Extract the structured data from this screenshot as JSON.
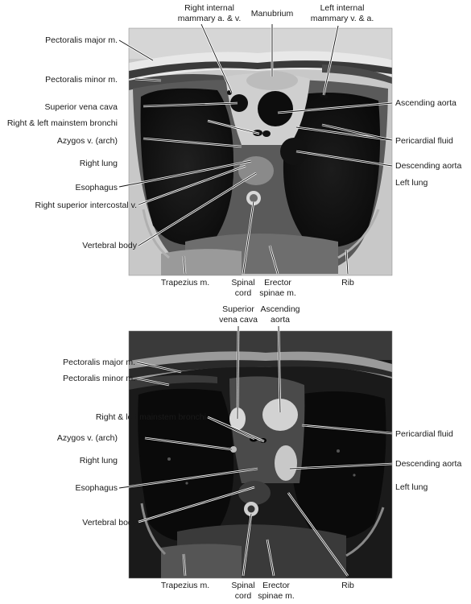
{
  "top_panel": {
    "labels": {
      "right_internal_mammary": [
        "Right internal",
        "mammary a. & v."
      ],
      "manubrium": "Manubrium",
      "left_internal_mammary": [
        "Left internal",
        "mammary v. & a."
      ],
      "pectoralis_major": "Pectoralis major m.",
      "pectoralis_minor": "Pectoralis minor m.",
      "superior_vena_cava": "Superior vena cava",
      "ascending_aorta": "Ascending aorta",
      "mainstem_bronchi": "Right & left mainstem bronchi",
      "pericardial_fluid": "Pericardial fluid",
      "azygos_arch": "Azygos v. (arch)",
      "descending_aorta": "Descending aorta",
      "right_lung": "Right lung",
      "left_lung": "Left lung",
      "esophagus": "Esophagus",
      "right_superior_intercostal": "Right superior intercostal v.",
      "vertebral_body": "Vertebral body",
      "trapezius": "Trapezius m.",
      "spinal_cord": [
        "Spinal",
        "cord"
      ],
      "erector_spinae": [
        "Erector",
        "spinae m."
      ],
      "rib": "Rib"
    }
  },
  "bottom_panel": {
    "labels": {
      "superior_vena_cava": [
        "Superior",
        "vena cava"
      ],
      "ascending_aorta": [
        "Ascending",
        "aorta"
      ],
      "pectoralis_major": "Pectoralis major m.",
      "pectoralis_minor": "Pectoralis minor m.",
      "mainstem_bronchi": "Right & left mainstem bronchi",
      "pericardial_fluid": "Pericardial fluid",
      "azygos_arch": "Azygos v. (arch)",
      "right_lung": "Right lung",
      "descending_aorta": "Descending aorta",
      "esophagus": "Esophagus",
      "left_lung": "Left lung",
      "vertebral_body": "Vertebral body",
      "trapezius": "Trapezius m.",
      "spinal_cord": [
        "Spinal",
        "cord"
      ],
      "erector_spinae": [
        "Erector",
        "spinae m."
      ],
      "rib": "Rib"
    }
  }
}
